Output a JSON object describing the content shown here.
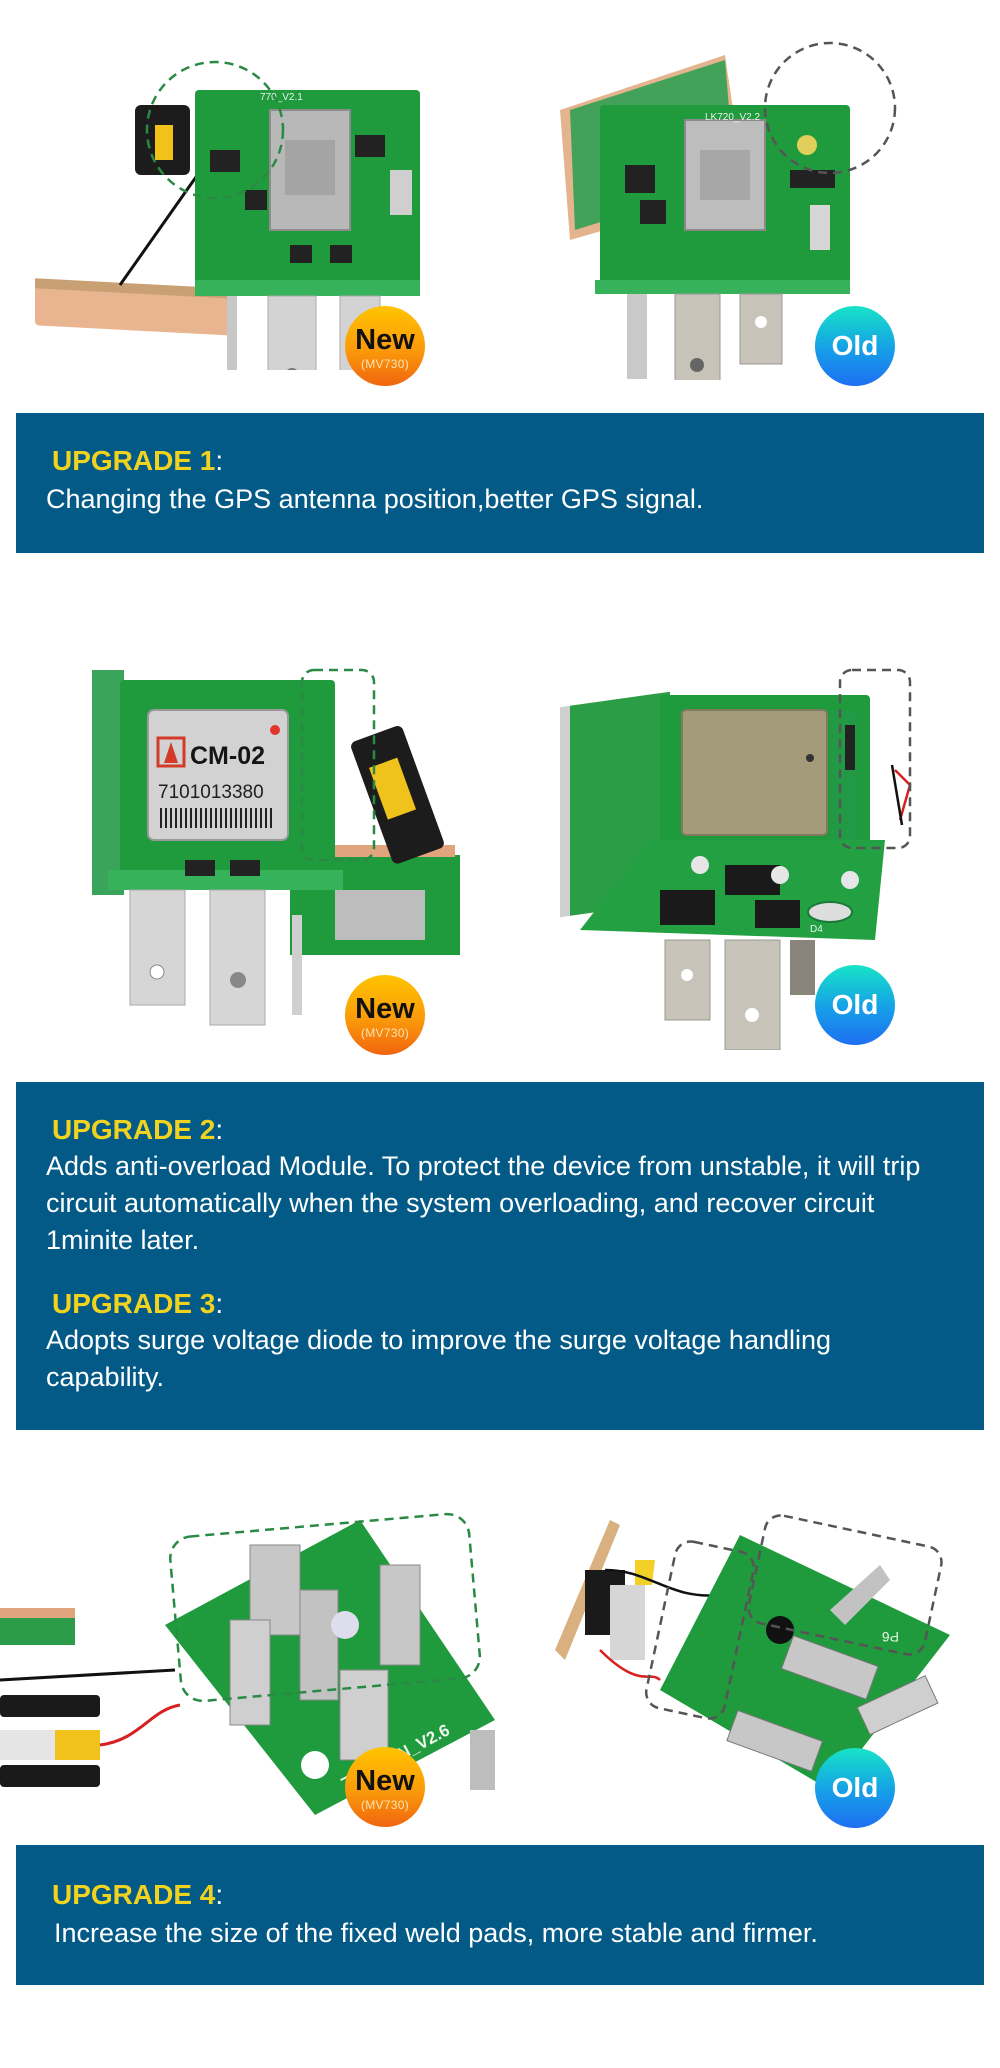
{
  "sections": [
    {
      "new_photo": {
        "board_label": "770_V2.1",
        "badge_main": "New",
        "badge_sub": "(MV730)"
      },
      "old_photo": {
        "board_label": "LK720_V2.2",
        "badge_main": "Old"
      }
    },
    {
      "new_photo": {
        "module_name": "CM-02",
        "module_serial": "7101013380",
        "badge_main": "New",
        "badge_sub": "(MV730)"
      },
      "old_photo": {
        "board_label": "D4",
        "badge_main": "Old"
      }
    },
    {
      "new_photo": {
        "board_label": "730_CON_V2.6",
        "badge_main": "New",
        "badge_sub": "(MV730)"
      },
      "old_photo": {
        "board_label": "P6",
        "badge_main": "Old"
      }
    }
  ],
  "upgrades": [
    {
      "title": "UPGRADE 1",
      "colon": ":",
      "text": "Changing the GPS antenna position,better GPS signal."
    },
    {
      "title": "UPGRADE 2",
      "colon": ":",
      "text": "Adds anti-overload Module. To protect the device from unstable, it will trip circuit automatically when the system overloading, and recover circuit 1minite later."
    },
    {
      "title": "UPGRADE 3",
      "colon": ":",
      "text": "Adopts surge voltage diode to improve the surge voltage handling capability."
    },
    {
      "title": "UPGRADE 4",
      "colon": ":",
      "text": "Increase the size of the fixed weld pads, more stable and firmer."
    }
  ],
  "colors": {
    "panel_bg": "#035a87",
    "heading_yellow": "#f1d31f",
    "pcb_green": "#1f9a3c",
    "new_badge_top": "#ffc400",
    "new_badge_bottom": "#f0650f",
    "old_badge_top": "#17e3c6",
    "old_badge_bottom": "#1e6ff2"
  }
}
